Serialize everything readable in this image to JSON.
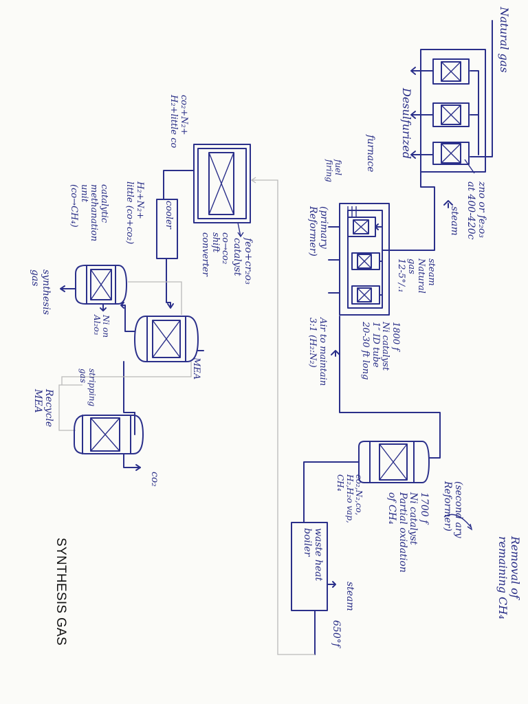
{
  "title": "SYNTHESIS GAS",
  "labels": {
    "natural_gas": "Natural gas",
    "desulfurized": "Desulfurized",
    "zno_catalyst": "zno or fe₂o₃\nat 400-420c",
    "steam_in": "steam",
    "furnace": "furnace",
    "fuel_firing": "fuel\nfiring",
    "primary_reformer": "(primary\nReformer)",
    "steam_natural_gas": "steam\nNatural\ngas\n12-5°/.₁",
    "ni_catalyst_tube": "1800 f\nNi catalyst\n1″ ID tube\n20-30 ft long",
    "air_ratio": "Air to maintain\n3:1 (H₂:N₂)",
    "removal_ch4": "Removal of\nremaining CH₄",
    "secondary_reformer": "(second ary\nReformer)",
    "partial_oxidation": "1700 f\nNi catalyst\nPartial oxidation\nof CH₄",
    "secondary_outlet_gas": "co₂,N₂,co,\nH₂,H₂o vap,\nCH₄",
    "waste_heat_boiler": "waste heat\nboiler",
    "steam_out": "steam",
    "temp_650": "650°f",
    "shift_converter_outlet": "co₂+N₂+\nH₂+little co",
    "feo_catalyst": "feo+cr₂o₃\ncatalyst",
    "co_to_co2": "co→co₂",
    "shift_converter": "shift\nconverter",
    "cooler": "cooler",
    "cooler_outlet": "H₂+N₂+\nlittle (co+co₂)",
    "mea": "MEA",
    "recycle_mea": "Recycle\nMEA",
    "stripping_gas": "stripping\ngas",
    "co2_out": "co₂",
    "methanation_unit": "catalytic\nmethanation\nunit\n(co→CH₄)",
    "ni_catalyst_methanation": "Ni on\nAl₂o₃",
    "synthesis_gas_product": "synthesis\ngas"
  },
  "colors": {
    "ink": "#2a2f8a",
    "pipe_grey": "#b9b9b9",
    "paper": "#fbfbf8"
  }
}
